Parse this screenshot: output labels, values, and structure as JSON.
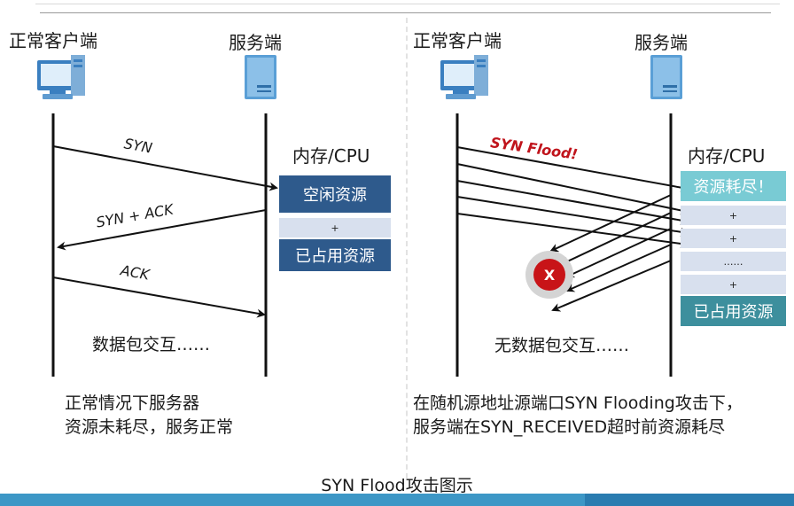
{
  "left": {
    "client_label": "正常客户端",
    "server_label": "服务端",
    "memory_label": "内存/CPU",
    "msg_syn": "SYN",
    "msg_synack": "SYN + ACK",
    "msg_ack": "ACK",
    "exchange_text": "数据包交互……",
    "res_idle": "空闲资源",
    "res_plus": "+",
    "res_used": "已占用资源",
    "note_line1": "正常情况下服务器",
    "note_line2": "资源未耗尽，服务正常"
  },
  "right": {
    "client_label": "正常客户端",
    "server_label": "服务端",
    "memory_label": "内存/CPU",
    "flood_label": "SYN Flood!",
    "no_exchange_text": "无数据包交互……",
    "res_exhausted": "资源耗尽！",
    "res_plus": "+",
    "res_dots": "……",
    "res_used": "已占用资源",
    "stop_mark": "X",
    "note_line1": "在随机源地址源端口SYN Flooding攻击下，",
    "note_line2": "服务端在SYN_RECEIVED超时前资源耗尽"
  },
  "caption": "SYN Flood攻击图示",
  "colors": {
    "flood_red": "#c0141c",
    "res_dark": "#2e5a8c",
    "res_teal": "#3d8f9d",
    "res_cyan": "#79cbd4",
    "res_light": "#d8e0ee",
    "footer": "#3d97c6"
  },
  "icons": [
    "desktop-computer-icon",
    "server-tower-icon",
    "stop-x-icon"
  ]
}
